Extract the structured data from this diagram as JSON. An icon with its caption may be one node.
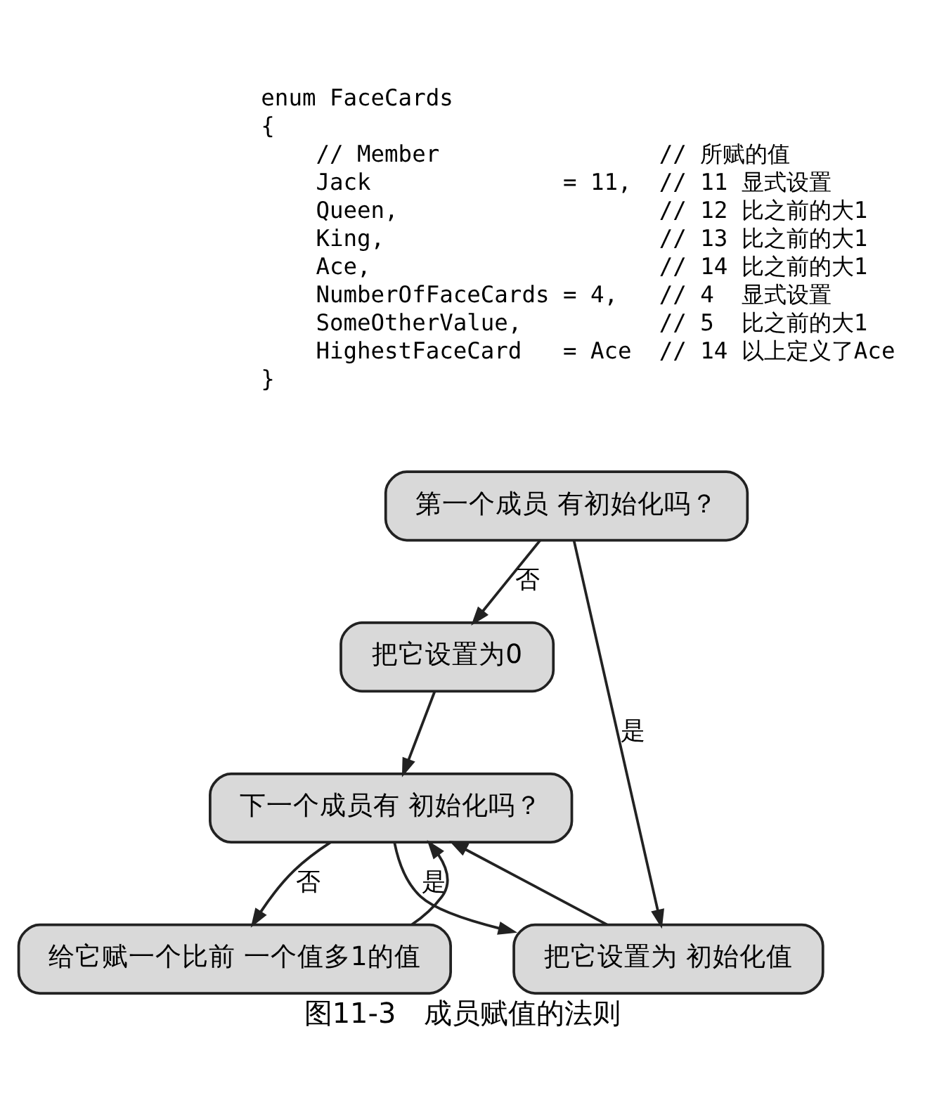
{
  "diagram": {
    "caption": "图11-3　成员赋值的法则",
    "nodes": [
      {
        "text": [
          "第一个成员 有初始化吗？"
        ]
      },
      {
        "text": [
          "把它设置为0"
        ]
      },
      {
        "text": [
          "下一个成员有 初始化吗？"
        ]
      },
      {
        "text": [
          "把它设置为 初始化值"
        ]
      },
      {
        "text": [
          "给它赋一个比前 一个值多1的值"
        ]
      }
    ],
    "edges": [
      {
        "from": 0,
        "to": 3,
        "arrow": "to",
        "label": "是"
      },
      {
        "from": 0,
        "to": 1,
        "arrow": "to",
        "label": "否"
      },
      {
        "from": 1,
        "to": 2,
        "arrow": "to"
      },
      {
        "from": 2,
        "to": 3,
        "arrow": "to",
        "label": "是"
      },
      {
        "from": 2,
        "to": 4,
        "arrow": "to",
        "label": "否"
      },
      {
        "from": 3,
        "to": 2,
        "arrow": "to"
      },
      {
        "from": 4,
        "to": 2,
        "arrow": "to"
      }
    ],
    "labels": [
      "enum FaceCards",
      "{",
      "    // Member                // 所赋的值",
      "    Jack              = 11,  // 11 显式设置",
      "    Queen,                   // 12 比之前的大1",
      "    King,                    // 13 比之前的大1",
      "    Ace,                     // 14 比之前的大1",
      "    NumberOfFaceCards = 4,   // 4  显式设置",
      "    SomeOtherValue,          // 5  比之前的大1",
      "    HighestFaceCard   = Ace  // 14 以上定义了Ace",
      "}"
    ]
  }
}
